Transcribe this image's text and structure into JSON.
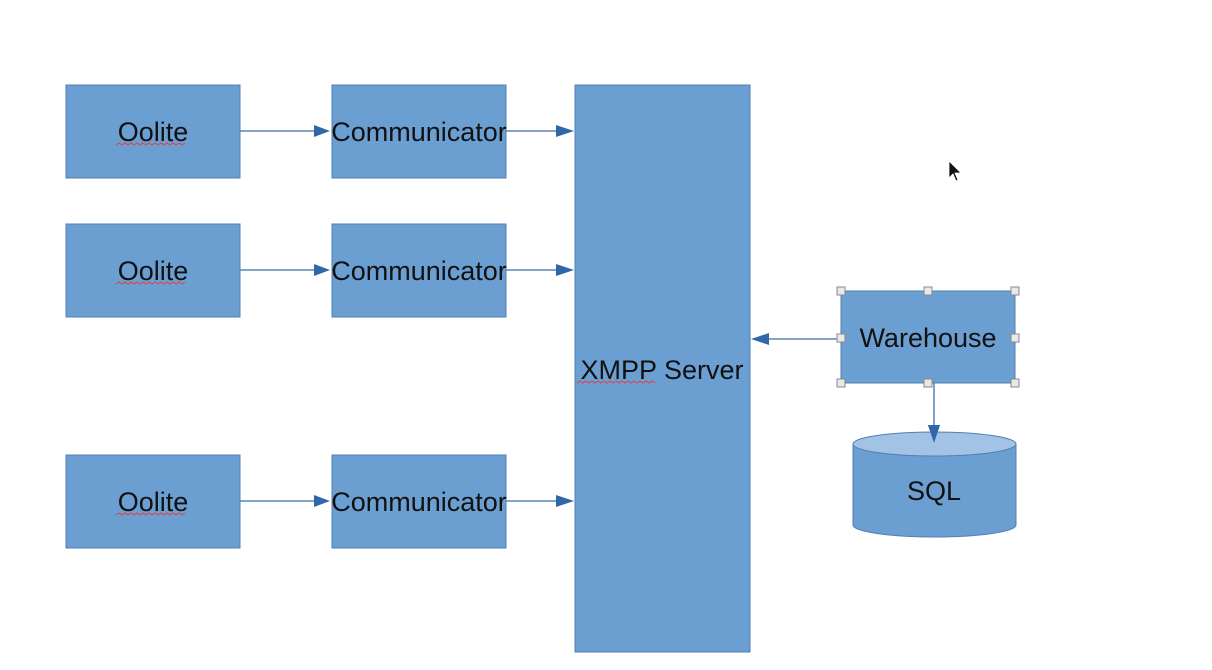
{
  "diagram": {
    "nodes": [
      {
        "id": "oolite-1",
        "label": "Oolite",
        "shape": "rect",
        "spellcheck_flag": true
      },
      {
        "id": "oolite-2",
        "label": "Oolite",
        "shape": "rect",
        "spellcheck_flag": true
      },
      {
        "id": "oolite-3",
        "label": "Oolite",
        "shape": "rect",
        "spellcheck_flag": true
      },
      {
        "id": "communicator-1",
        "label": "Communicator",
        "shape": "rect"
      },
      {
        "id": "communicator-2",
        "label": "Communicator",
        "shape": "rect"
      },
      {
        "id": "communicator-3",
        "label": "Communicator",
        "shape": "rect"
      },
      {
        "id": "xmpp-server",
        "label": "XMPP Server",
        "shape": "rect",
        "spellcheck_flag_word": "XMPP"
      },
      {
        "id": "warehouse",
        "label": "Warehouse",
        "shape": "rect",
        "selected": true
      },
      {
        "id": "sql",
        "label": "SQL",
        "shape": "cylinder"
      }
    ],
    "edges": [
      {
        "from": "oolite-1",
        "to": "communicator-1"
      },
      {
        "from": "oolite-2",
        "to": "communicator-2"
      },
      {
        "from": "oolite-3",
        "to": "communicator-3"
      },
      {
        "from": "communicator-1",
        "to": "xmpp-server"
      },
      {
        "from": "communicator-2",
        "to": "xmpp-server"
      },
      {
        "from": "communicator-3",
        "to": "xmpp-server"
      },
      {
        "from": "warehouse",
        "to": "xmpp-server"
      },
      {
        "from": "warehouse",
        "to": "sql"
      }
    ],
    "colors": {
      "node_fill": "#6c9fd1",
      "node_stroke": "#4f7fb3",
      "cylinder_top": "#a3c3e6",
      "edge": "#3a6ea8",
      "text": "#111111",
      "spellcheck": "#e04040"
    }
  }
}
